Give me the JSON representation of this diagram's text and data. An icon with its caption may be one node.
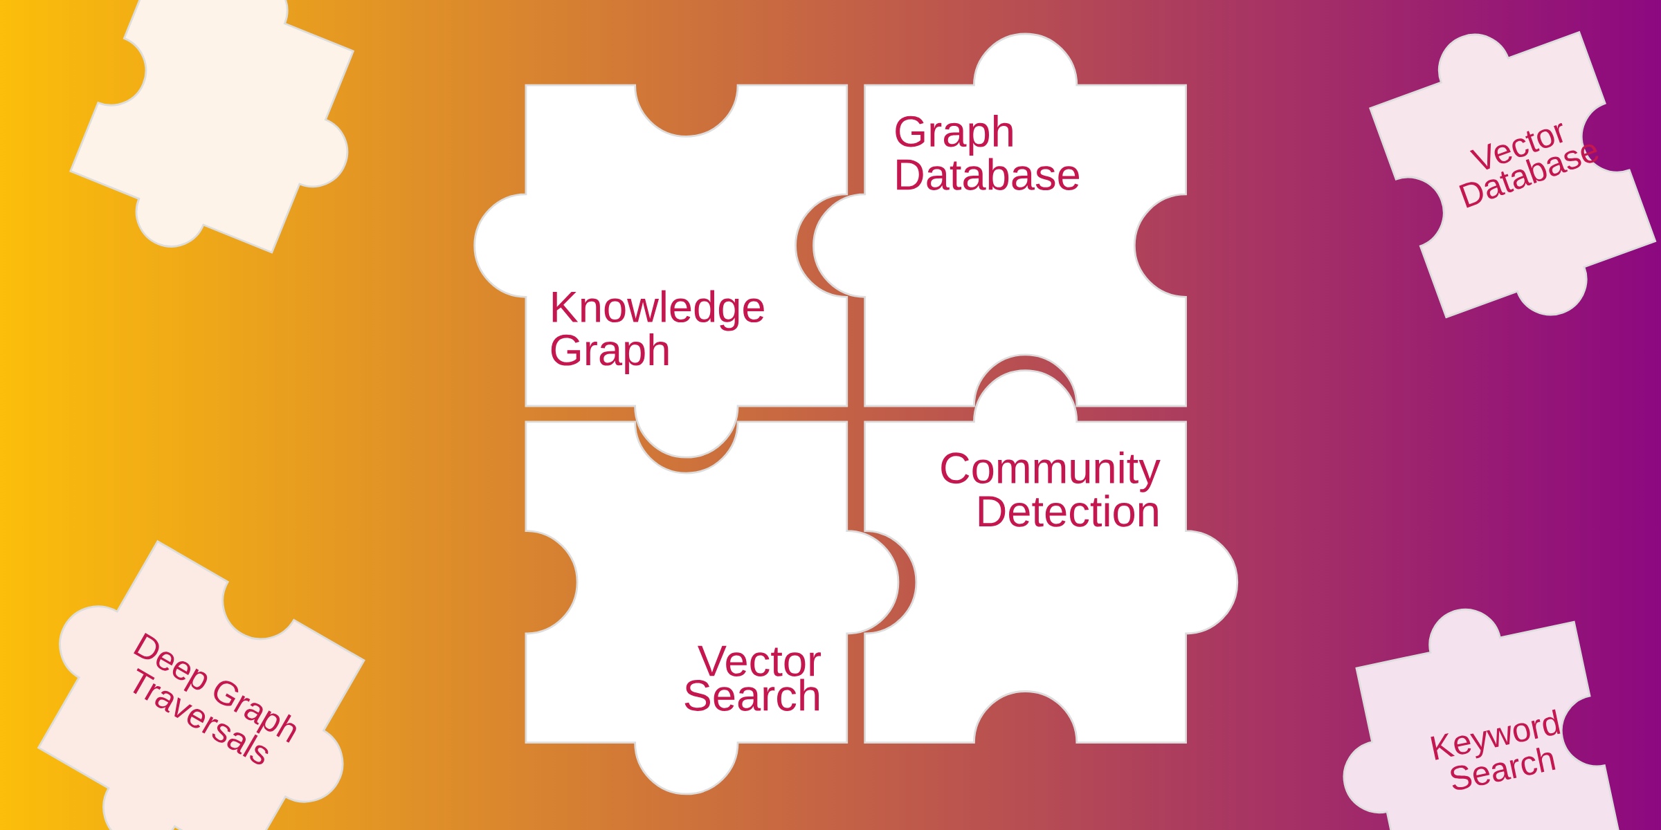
{
  "diagram": {
    "nodes": [
      {
        "text": [],
        "shape": "puzzle"
      },
      {
        "text": [
          "Graph Database"
        ]
      },
      {
        "text": [
          "Vector Database"
        ]
      },
      {
        "text": [
          "Knowledge Graph"
        ]
      },
      {
        "text": [
          "Community Detection"
        ]
      },
      {
        "text": [
          "Deep Graph Traversals"
        ]
      },
      {
        "text": [
          "Vector Search"
        ]
      },
      {
        "text": [
          "Keyword Search"
        ]
      }
    ]
  }
}
